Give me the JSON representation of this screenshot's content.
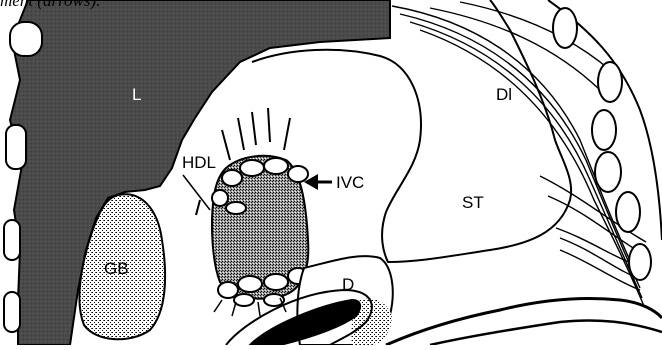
{
  "caption_fragment": "ment (arrows).",
  "labels": {
    "liver": "L",
    "diaphragm": "Dl",
    "hdl": "HDL",
    "ivc": "IVC",
    "stomach": "ST",
    "gallbladder": "GB",
    "duodenum": "D"
  },
  "colors": {
    "liver_fill": "#4a4a4a",
    "outline": "#000000",
    "background": "#ffffff"
  }
}
